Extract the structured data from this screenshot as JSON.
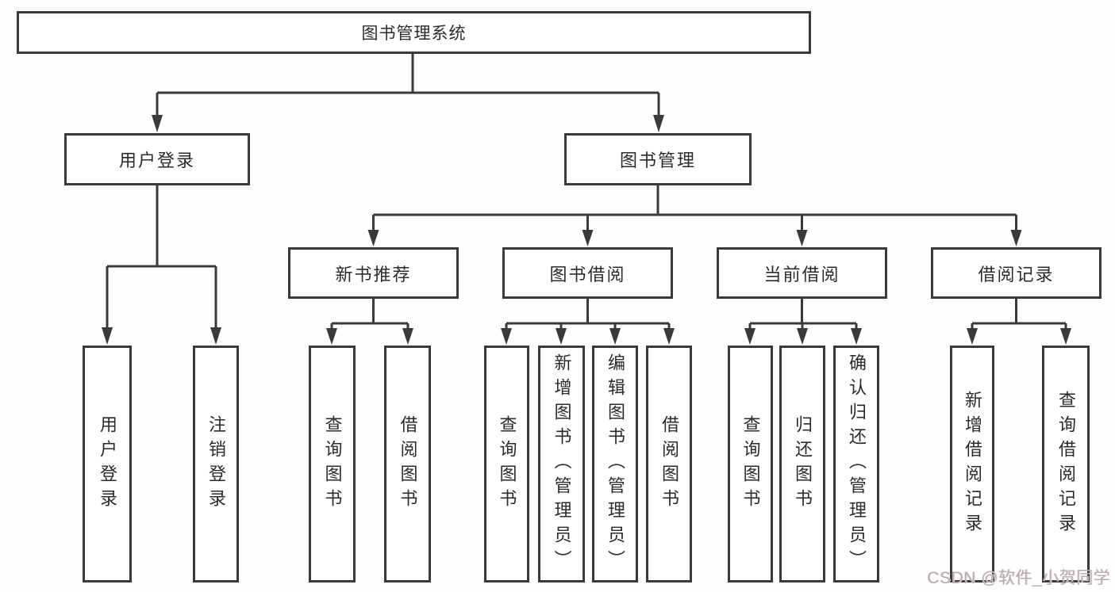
{
  "diagram": {
    "root": "图书管理系统",
    "l2": [
      "用户登录",
      "图书管理"
    ],
    "l3": [
      "新书推荐",
      "图书借阅",
      "当前借阅",
      "借阅记录"
    ],
    "leaves": {
      "user_login": [
        "用户登录",
        "注销登录"
      ],
      "new_book_recommend": [
        "查询图书",
        "借阅图书"
      ],
      "book_borrow": [
        "查询图书",
        "新增图书（管理员）",
        "编辑图书（管理员）",
        "借阅图书"
      ],
      "current_borrow": [
        "查询图书",
        "归还图书",
        "确认归还（管理员）"
      ],
      "borrow_records": [
        "新增借阅记录",
        "查询借阅记录"
      ]
    }
  },
  "watermark": "CSDN @软件_小贺同学",
  "colors": {
    "line": "#3a3a3a",
    "text": "#2b2b2b",
    "background": "#ffffff",
    "watermark": "#b5adad"
  }
}
